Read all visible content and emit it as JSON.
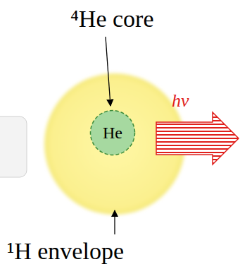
{
  "diagram": {
    "nodes": [
      {
        "text": [
          "He"
        ]
      }
    ],
    "labels": [
      "⁴He core",
      "¹H envelope",
      "hν"
    ]
  }
}
